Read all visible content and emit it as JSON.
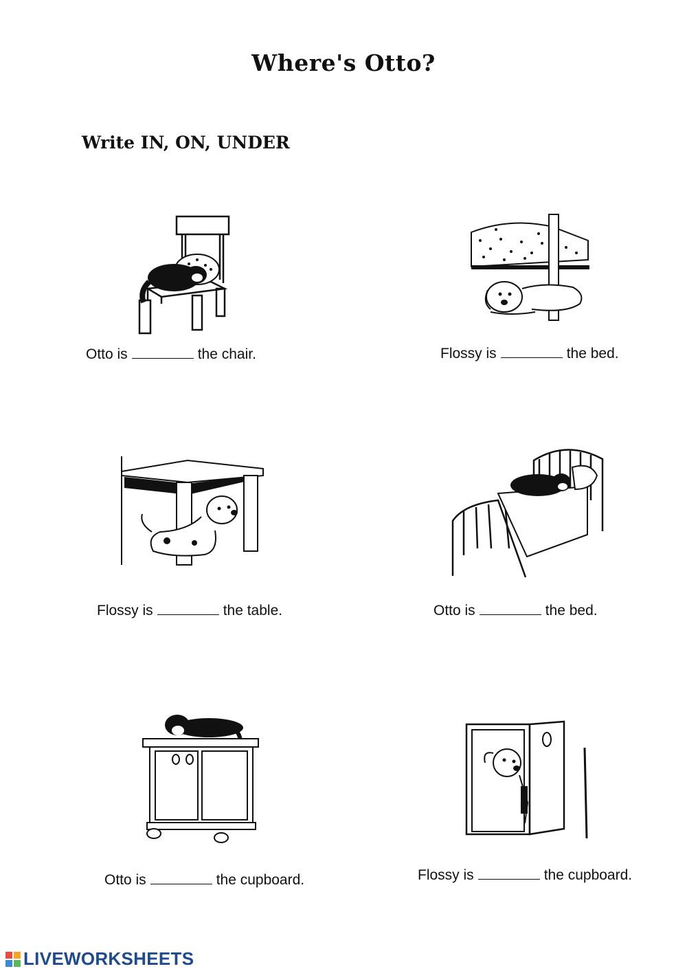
{
  "title": "Where's Otto?",
  "instruction": "Write IN, ON, UNDER",
  "items": [
    {
      "subject": "Otto is",
      "object": "the chair.",
      "icon": "cat-on-chair-picture"
    },
    {
      "subject": "Flossy is",
      "object": "the bed.",
      "icon": "dog-under-bed-picture"
    },
    {
      "subject": "Flossy is",
      "object": "the table.",
      "icon": "dog-under-table-picture"
    },
    {
      "subject": "Otto is",
      "object": "the bed.",
      "icon": "cat-on-bed-picture"
    },
    {
      "subject": "Otto is",
      "object": "the cupboard.",
      "icon": "cat-on-cupboard-picture"
    },
    {
      "subject": "Flossy is",
      "object": "the cupboard.",
      "icon": "dog-in-cupboard-picture"
    }
  ],
  "footer": {
    "brand": "LIVEWORKSHEETS",
    "logo_colors": [
      "#e94b3c",
      "#f6a623",
      "#3b8ad9",
      "#5cb85c"
    ]
  }
}
